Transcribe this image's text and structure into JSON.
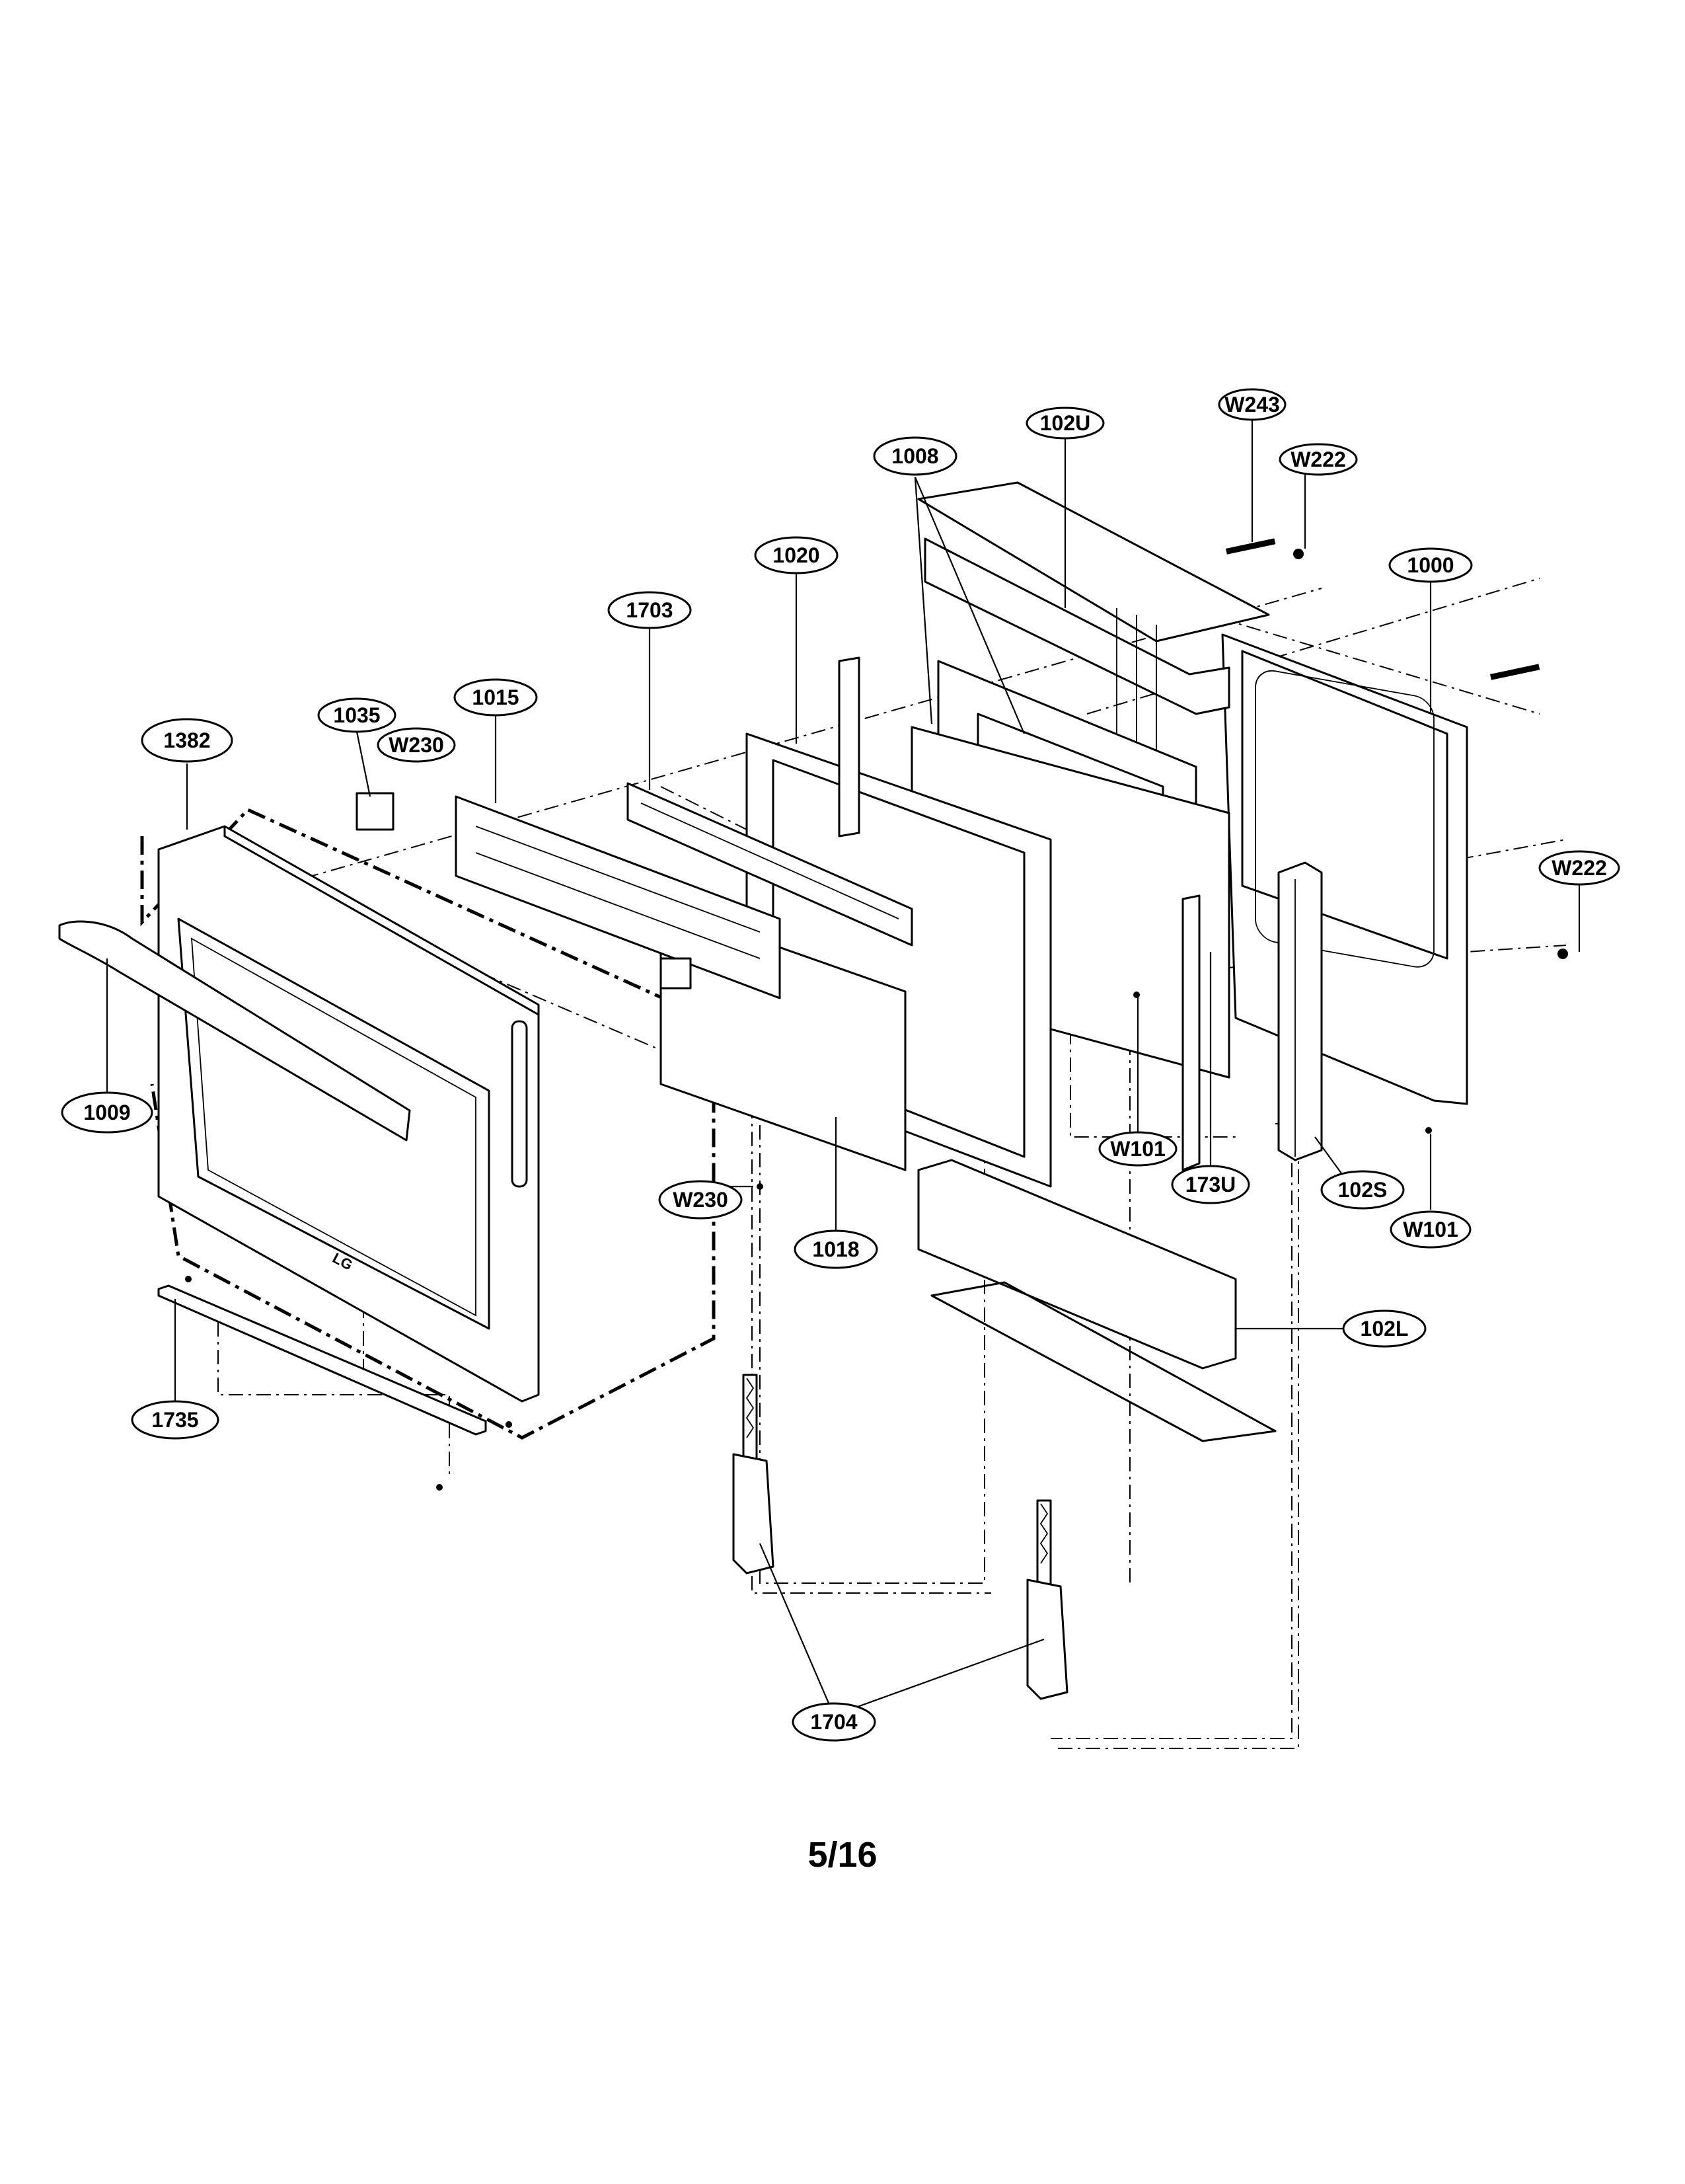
{
  "diagram": {
    "callouts": {
      "w243": "W243",
      "102u": "102U",
      "w222_top": "W222",
      "1008": "1008",
      "1000": "1000",
      "1020": "1020",
      "1703": "1703",
      "1015": "1015",
      "1035": "1035",
      "w230_top": "W230",
      "1382": "1382",
      "w222_right": "W222",
      "1009": "1009",
      "w101_mid": "W101",
      "173u": "173U",
      "102s": "102S",
      "w230_low": "W230",
      "w101_right": "W101",
      "1018": "1018",
      "102l": "102L",
      "1735": "1735",
      "1704": "1704"
    },
    "logo_text": "LG"
  },
  "page_number": "5/16"
}
